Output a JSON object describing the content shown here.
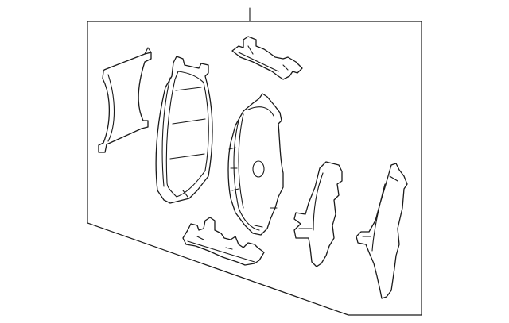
{
  "diagram": {
    "kind": "exploded parts diagram",
    "background_color": "#ffffff",
    "line_color": "#1a1a1a",
    "parts": [
      "leader-line",
      "box-frame",
      "shim-left",
      "inner-brake-pad",
      "outer-brake-pad",
      "clip-upper",
      "clip-lower",
      "shim-right-a",
      "shim-right-b"
    ]
  }
}
